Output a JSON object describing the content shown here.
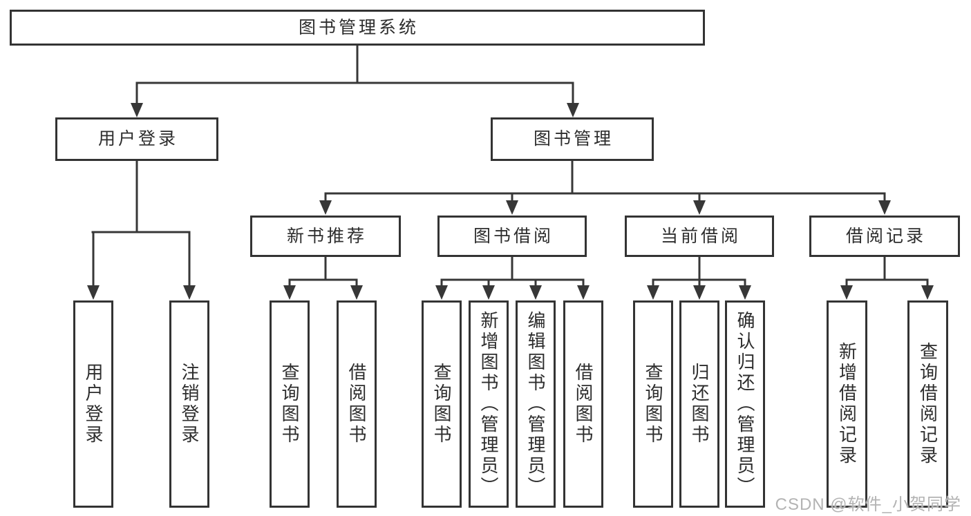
{
  "diagram": {
    "type": "tree",
    "tree": {
      "label": "图书管理系统",
      "children": [
        {
          "label": "用户登录",
          "children": [
            {
              "label": "用户登录"
            },
            {
              "label": "注销登录"
            }
          ]
        },
        {
          "label": "图书管理",
          "children": [
            {
              "label": "新书推荐",
              "children": [
                {
                  "label": "查询图书"
                },
                {
                  "label": "借阅图书"
                }
              ]
            },
            {
              "label": "图书借阅",
              "children": [
                {
                  "label": "查询图书"
                },
                {
                  "label": "新增图书（管理员）"
                },
                {
                  "label": "编辑图书（管理员）"
                },
                {
                  "label": "借阅图书"
                }
              ]
            },
            {
              "label": "当前借阅",
              "children": [
                {
                  "label": "查询图书"
                },
                {
                  "label": "归还图书"
                },
                {
                  "label": "确认归还（管理员）"
                }
              ]
            },
            {
              "label": "借阅记录",
              "children": [
                {
                  "label": "新增借阅记录"
                },
                {
                  "label": "查询借阅记录"
                }
              ]
            }
          ]
        }
      ]
    },
    "colors": {
      "line": "#373737",
      "box_border": "#333333",
      "text": "#2d2d2d",
      "background": "#ffffff",
      "watermark_text_color": "#b3b3b3"
    }
  },
  "watermark": "CSDN @软件_小贺同学"
}
